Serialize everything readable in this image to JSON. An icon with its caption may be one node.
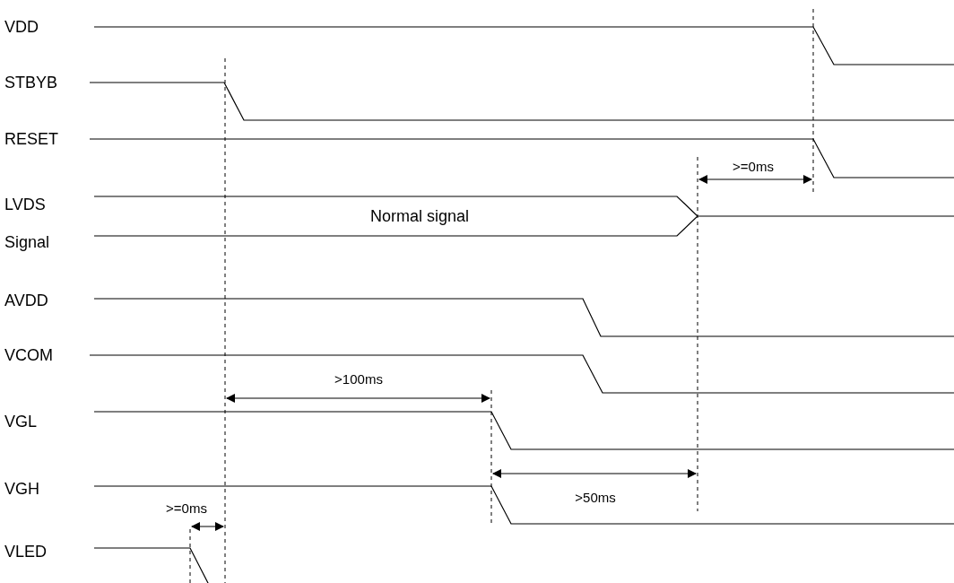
{
  "diagram": {
    "labels": [
      "VDD",
      "STBYB",
      "RESET",
      ">=0ms",
      "LVDS Signal",
      "Normal signal",
      "AVDD",
      "VCOM",
      ">100ms",
      "VGL",
      "VGH",
      ">=0ms",
      ">50ms",
      "VLED"
    ]
  }
}
